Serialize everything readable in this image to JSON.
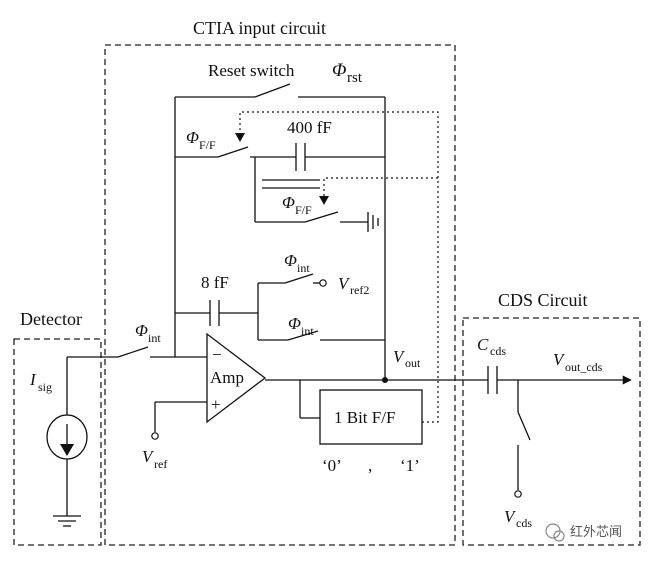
{
  "diagram": {
    "titles": {
      "ctia": "CTIA input circuit",
      "cds": "CDS Circuit",
      "detector": "Detector"
    },
    "reset": {
      "text": "Reset switch",
      "phi": "Φ",
      "sub": "rst"
    },
    "phi_ff_1": {
      "phi": "Φ",
      "sub": "F/F"
    },
    "phi_ff_2": {
      "phi": "Φ",
      "sub": "F/F"
    },
    "phi_int_ref2": {
      "phi": "Φ",
      "sub": "int"
    },
    "phi_int_2": {
      "phi": "Φ",
      "sub": "int"
    },
    "phi_int_det": {
      "phi": "Φ",
      "sub": "int"
    },
    "cap_400": "400 fF",
    "cap_8": "8 fF",
    "vref2": {
      "v": "V",
      "sub": "ref2"
    },
    "vout": {
      "v": "V",
      "sub": "out"
    },
    "vref": {
      "v": "V",
      "sub": "ref"
    },
    "amp": {
      "label": "Amp",
      "minus": "−",
      "plus": "+"
    },
    "ff": {
      "label": "1 Bit F/F",
      "bit0": "‘0’",
      "comma": ",",
      "bit1": "‘1’"
    },
    "isig": {
      "i": "I",
      "sub": "sig"
    },
    "ccds": {
      "c": "C",
      "sub": "cds"
    },
    "vout_cds": {
      "v": "V",
      "sub": "out_cds"
    },
    "vcds": {
      "v": "V",
      "sub": "cds"
    },
    "watermark": "红外芯闻"
  }
}
